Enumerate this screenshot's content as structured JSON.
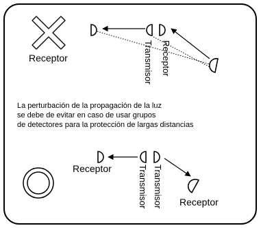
{
  "top": {
    "receptor_label": "Receptor",
    "transmisor_label": "Transmisor",
    "receptor_vertical_label": "Receptor"
  },
  "caption": {
    "lines": [
      "La perturbación de la propagación de la luz",
      "se debe de evitar en caso de usar grupos",
      "de detectores para la protección de largas distancias"
    ]
  },
  "bottom": {
    "receptor_left_label": "Receptor",
    "transmisor_label_1": "Transmisor",
    "transmisor_label_2": "Transmisor",
    "receptor_right_label": "Receptor"
  },
  "icons": {
    "prohibited": "x-mark-icon",
    "allowed": "circle-ok-icon"
  }
}
